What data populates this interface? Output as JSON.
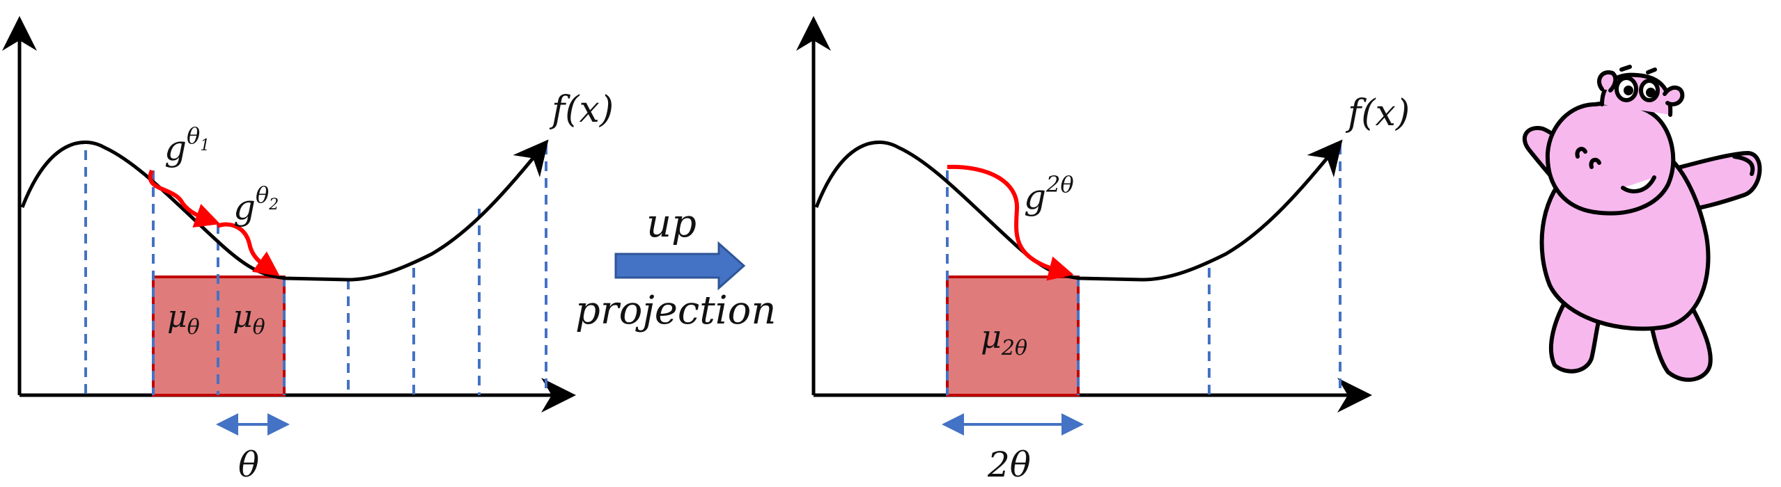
{
  "colors": {
    "curve": "#000000",
    "dashed": "#4472C4",
    "gradient": "#FF0000",
    "box_fill": "#E07B7B",
    "box_edge": "#C00000",
    "arrow_fill": "#4472C4",
    "arrow_edge": "#2F5597",
    "hippo": "#F7B8EE"
  },
  "left_panel": {
    "function_label": "f(x)",
    "g1_base": "g",
    "g1_exp": "θ",
    "g1_sub": "1",
    "g2_base": "g",
    "g2_exp": "θ",
    "g2_sub": "2",
    "mu1_base": "μ",
    "mu1_sub": "θ",
    "mu2_base": "μ",
    "mu2_sub": "θ",
    "width_label": "θ"
  },
  "middle": {
    "label_top": "up",
    "label_bottom": "projection"
  },
  "right_panel": {
    "function_label": "f(x)",
    "g_base": "g",
    "g_exp": "2θ",
    "mu_base": "μ",
    "mu_sub": "2θ",
    "width_label": "2θ"
  },
  "mascot_icon": "hippo-icon"
}
